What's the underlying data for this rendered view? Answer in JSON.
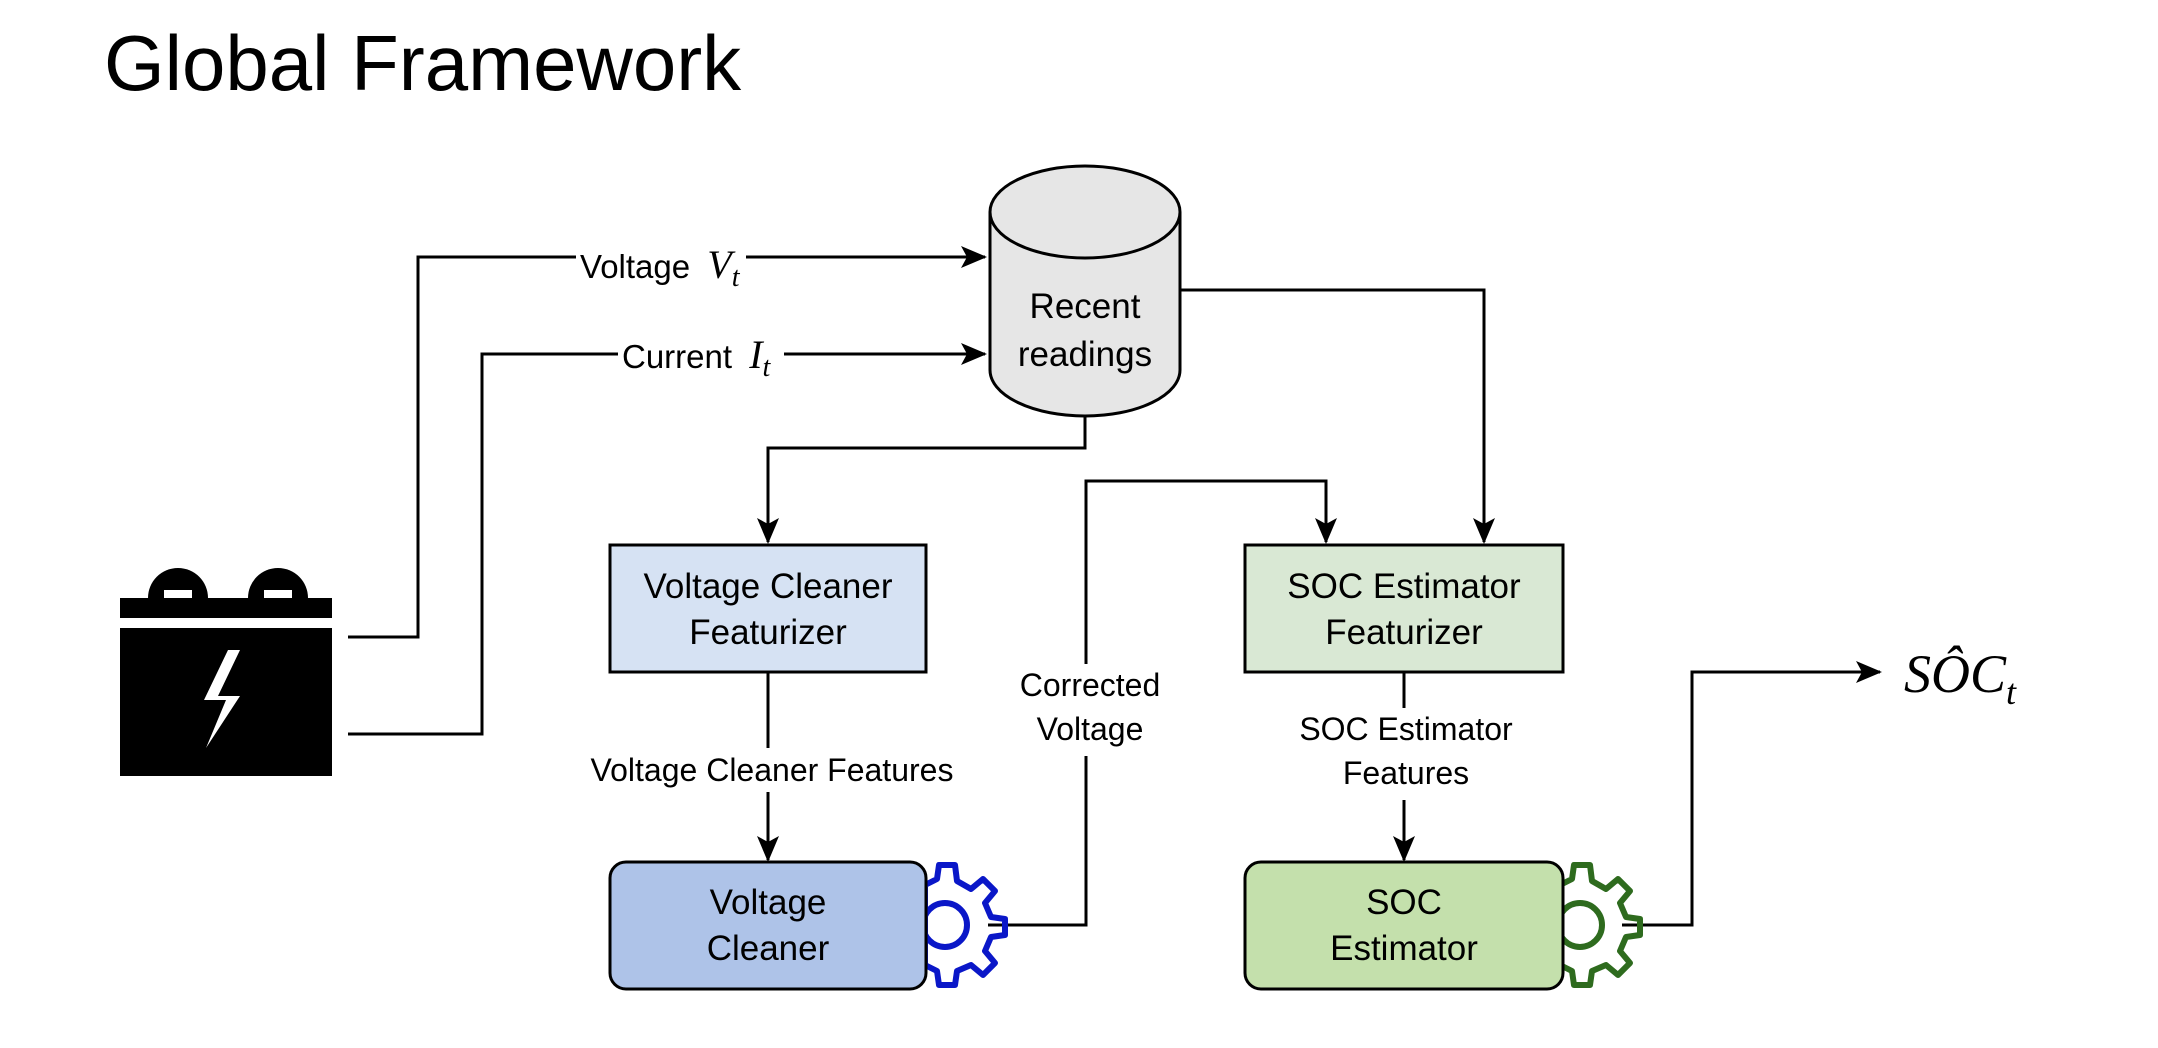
{
  "title": "Global Framework",
  "nodes": {
    "recent_readings": {
      "line1": "Recent",
      "line2": "readings"
    },
    "vc_featurizer": {
      "line1": "Voltage Cleaner",
      "line2": "Featurizer"
    },
    "soc_featurizer": {
      "line1": "SOC Estimator",
      "line2": "Featurizer"
    },
    "voltage_cleaner": {
      "line1": "Voltage",
      "line2": "Cleaner"
    },
    "soc_estimator": {
      "line1": "SOC",
      "line2": "Estimator"
    }
  },
  "edges": {
    "voltage": {
      "text": "Voltage",
      "sym": "V",
      "sub": "t"
    },
    "current": {
      "text": "Current",
      "sym": "I",
      "sub": "t"
    },
    "vc_features": "Voltage Cleaner Features",
    "corrected_voltage": {
      "line1": "Corrected",
      "line2": "Voltage"
    },
    "soc_features": {
      "line1": "SOC Estimator",
      "line2": "Features"
    }
  },
  "output": {
    "sym": "SÔC",
    "sub": "t"
  },
  "colors": {
    "vc_featurizer_fill": "#d6e2f3",
    "soc_featurizer_fill": "#d9e8d4",
    "voltage_cleaner_fill": "#aec3e8",
    "soc_estimator_fill": "#c4e0ac",
    "cylinder_fill": "#e6e6e6",
    "blue_gear": "#0a17c8",
    "green_gear": "#2e6b1e"
  },
  "icons": [
    "battery-icon",
    "gear-icon"
  ]
}
